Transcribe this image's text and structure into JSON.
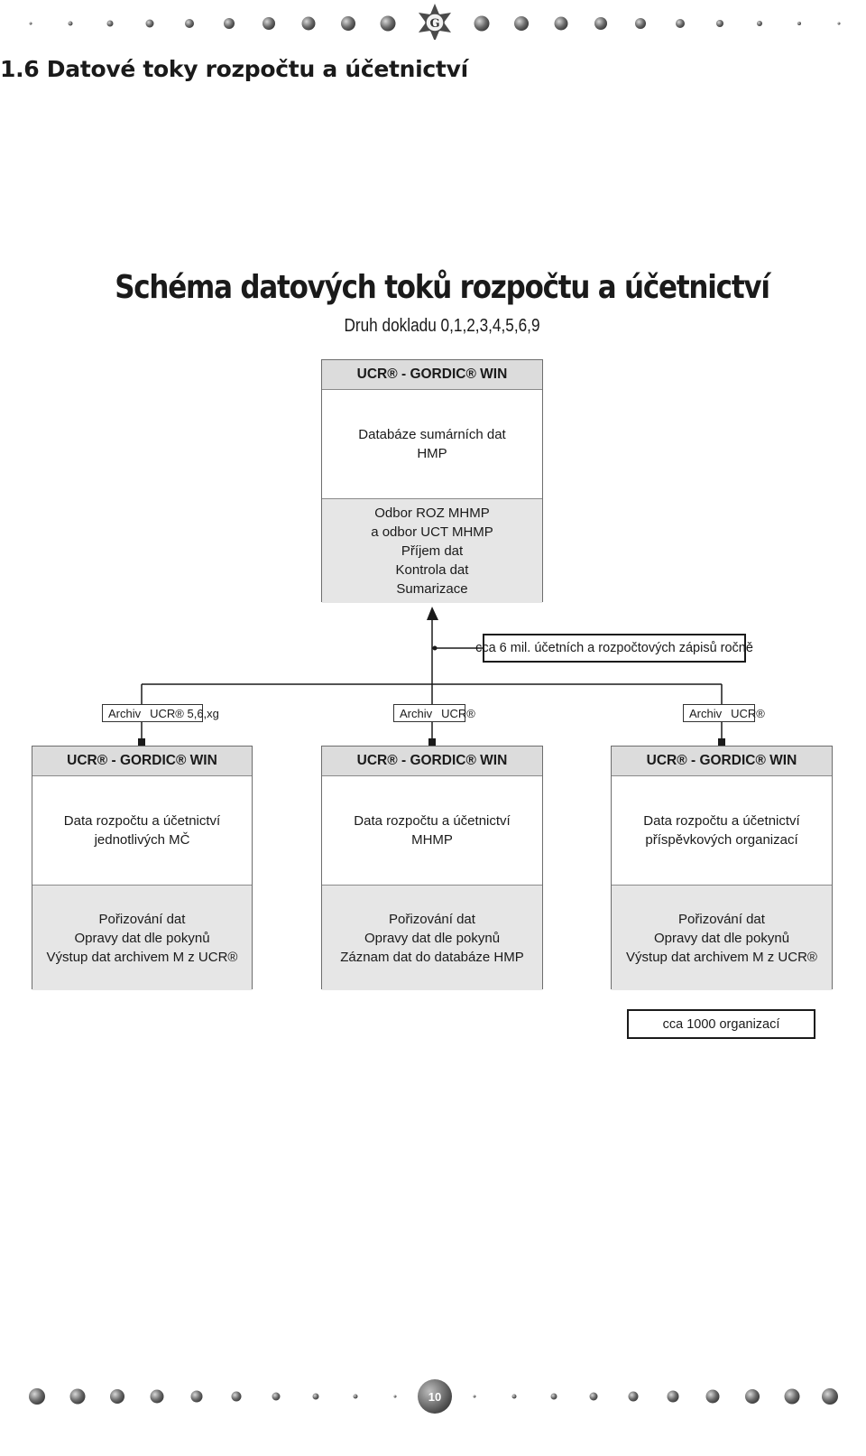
{
  "header": {
    "logo_letter": "G",
    "section_title": "1.6  Datové toky rozpočtu a účetnictví"
  },
  "diagram": {
    "title": "Schéma datových toků rozpočtu a účetnictví",
    "subtitle": "Druh dokladu 0,1,2,3,4,5,6,9",
    "top_box": {
      "header": "UCR® - GORDIC® WIN",
      "middle": [
        "Databáze sumárních dat",
        "HMP"
      ],
      "bottom": [
        "Odbor ROZ MHMP",
        "a odbor UCT MHMP",
        "Příjem dat",
        "Kontrola dat",
        "Sumarizace"
      ]
    },
    "flow_label": "cca 6 mil. účetních a rozpočtových zápisů ročně",
    "archives": [
      {
        "left": "Archiv",
        "right": "UCR® 5,6,xg"
      },
      {
        "left": "Archiv",
        "right": "UCR®"
      },
      {
        "left": "Archiv",
        "right": "UCR®"
      }
    ],
    "boxes": [
      {
        "header": "UCR® - GORDIC® WIN",
        "middle": [
          "Data rozpočtu a účetnictví",
          "jednotlivých MČ"
        ],
        "bottom": [
          "Pořizování dat",
          "Opravy dat dle pokynů",
          "Výstup dat archivem M z UCR®"
        ]
      },
      {
        "header": "UCR® - GORDIC® WIN",
        "middle": [
          "Data rozpočtu a účetnictví",
          "MHMP"
        ],
        "bottom": [
          "Pořizování dat",
          "Opravy dat dle pokynů",
          "Záznam dat do databáze HMP"
        ]
      },
      {
        "header": "UCR® - GORDIC® WIN",
        "middle": [
          "Data rozpočtu a účetnictví",
          "příspěvkových organizací"
        ],
        "bottom": [
          "Pořizování dat",
          "Opravy dat dle pokynů",
          "Výstup dat archivem M z UCR®"
        ]
      }
    ],
    "org_label": "cca 1000 organizací"
  },
  "footer": {
    "page_number": "10"
  }
}
